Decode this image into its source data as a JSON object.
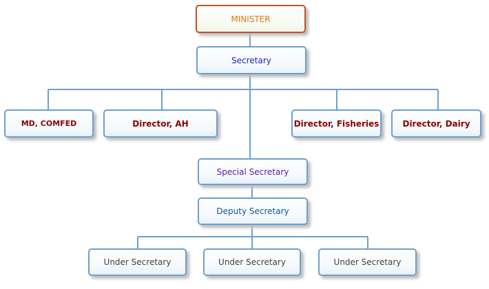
{
  "nodes": {
    "minister": "MINISTER",
    "secretary": "Secretary",
    "md_comfed": "MD, COMFED",
    "director_ah": "Director, AH",
    "director_fisheries": "Director, Fisheries",
    "director_dairy": "Director, Dairy",
    "special_secretary": "Special Secretary",
    "deputy_secretary": "Deputy Secretary",
    "under_secretaries": [
      "Under Secretary",
      "Under Secretary",
      "Under Secretary"
    ]
  },
  "colors": {
    "connector": "#6e9fcf",
    "minister_border": "#c0502b",
    "minister_text": "#e8740c",
    "secretary_text": "#1f1fb4",
    "director_text": "#8b0000",
    "special_secretary_text": "#5b18a8",
    "deputy_secretary_text": "#1456a0",
    "under_secretary_text": "#404040"
  }
}
